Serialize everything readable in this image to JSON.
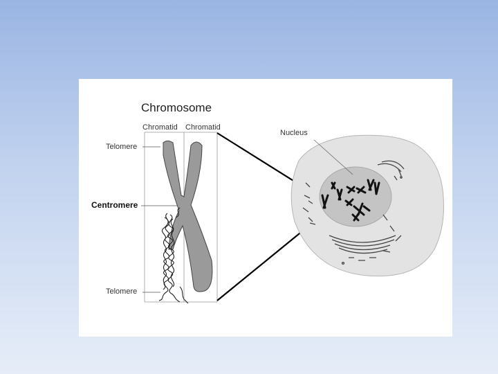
{
  "diagram": {
    "title": "Chromosome",
    "labels": {
      "chromatid_left": "Chromatid",
      "chromatid_right": "Chromatid",
      "telomere_top": "Telomere",
      "centromere": "Centromere",
      "telomere_bottom": "Telomere",
      "nucleus": "Nucleus"
    }
  },
  "colors": {
    "background_top": "#9ab5e3",
    "background_bottom": "#e6edf8",
    "panel": "#ffffff",
    "chromosome_fill": "#9a9a9a",
    "cell_fill": "#e3e3e3",
    "nucleus_fill": "#c4c4c4",
    "line": "#000000"
  }
}
